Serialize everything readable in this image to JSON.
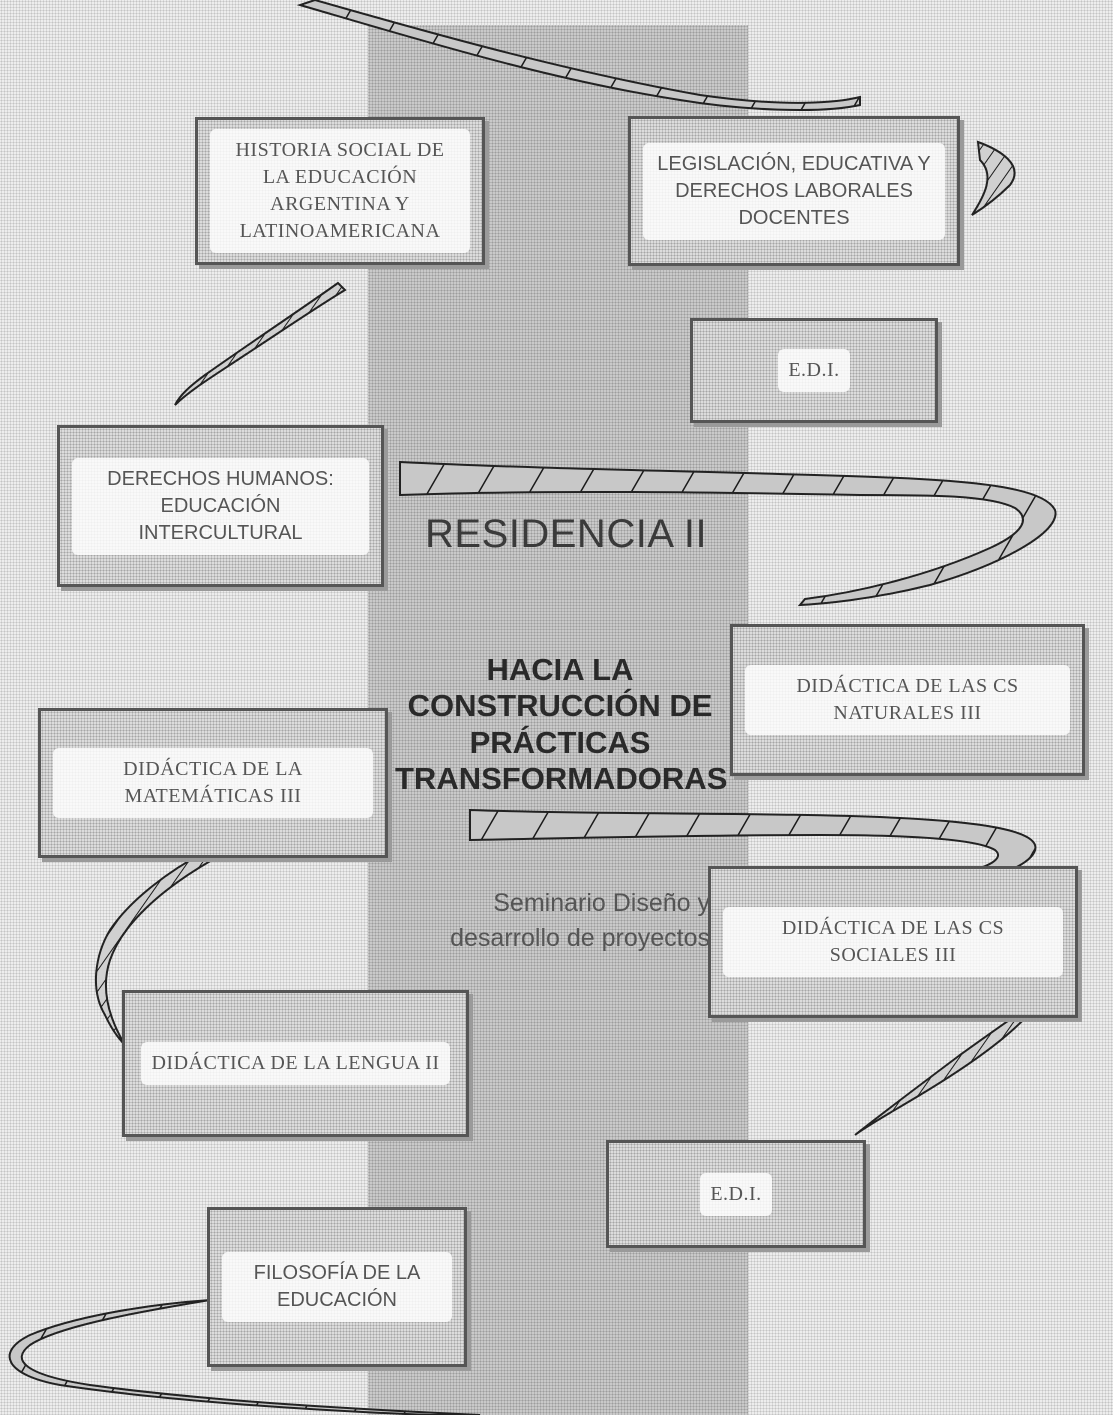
{
  "center": {
    "title": "RESIDENCIA II",
    "subtitle": "HACIA LA CONSTRUCCIÓN DE PRÁCTICAS TRANSFORMADORAS",
    "seminar": "Seminario Diseño y desarrollo de proyectos"
  },
  "subjects": {
    "historia": "HISTORIA SOCIAL DE LA EDUCACIÓN ARGENTINA Y LATINOAMERICANA",
    "legislacion": "LEGISLACIÓN, EDUCATIVA Y DERECHOS LABORALES DOCENTES",
    "edi_top": "E.D.I.",
    "derechos": "DERECHOS HUMANOS: EDUCACIÓN INTERCULTURAL",
    "naturales": "DIDÁCTICA DE LAS CS NATURALES III",
    "matematicas": "DIDÁCTICA DE LA MATEMÁTICAS III",
    "sociales": "DIDÁCTICA DE LAS CS SOCIALES III",
    "lengua": "DIDÁCTICA DE LA LENGUA II",
    "edi_bottom": "E.D.I.",
    "filosofia": "FILOSOFÍA DE LA EDUCACIÓN"
  },
  "colors": {
    "background": "#ededed",
    "spine": "#c9c9c9",
    "box_border": "#555555",
    "ribbon_stroke": "#222222"
  }
}
